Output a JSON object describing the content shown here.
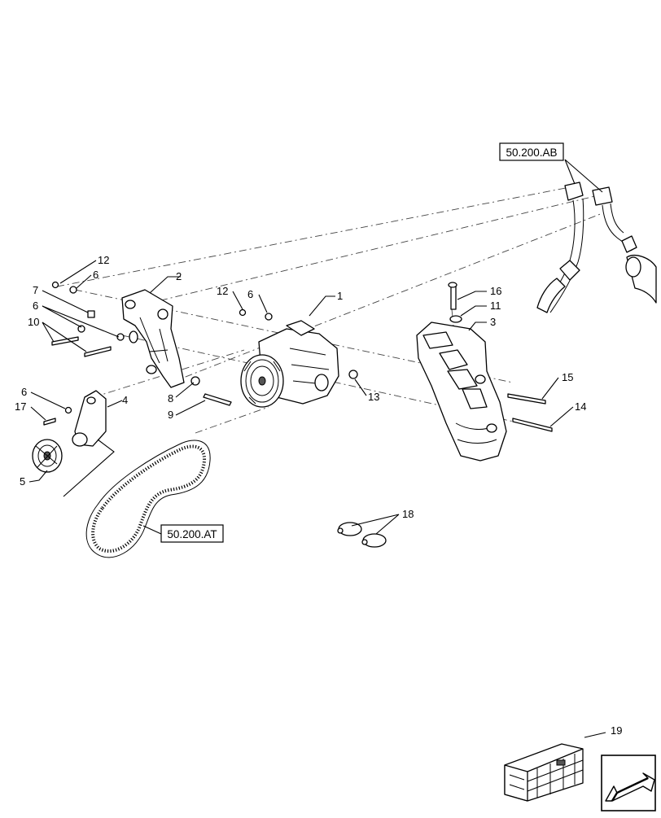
{
  "callouts": {
    "c1": "1",
    "c2": "2",
    "c3": "3",
    "c4": "4",
    "c5": "5",
    "c6a": "6",
    "c6b": "6",
    "c6c": "6",
    "c6d": "6",
    "c7": "7",
    "c8": "8",
    "c9": "9",
    "c10": "10",
    "c11": "11",
    "c12a": "12",
    "c12b": "12",
    "c13": "13",
    "c14": "14",
    "c15": "15",
    "c16": "16",
    "c17": "17",
    "c18": "18",
    "c19": "19"
  },
  "references": {
    "hose_ref": "50.200.AB",
    "belt_ref": "50.200.AT"
  },
  "icons": {
    "nav": "arrow-left-down-icon",
    "kit": "crate-icon"
  }
}
